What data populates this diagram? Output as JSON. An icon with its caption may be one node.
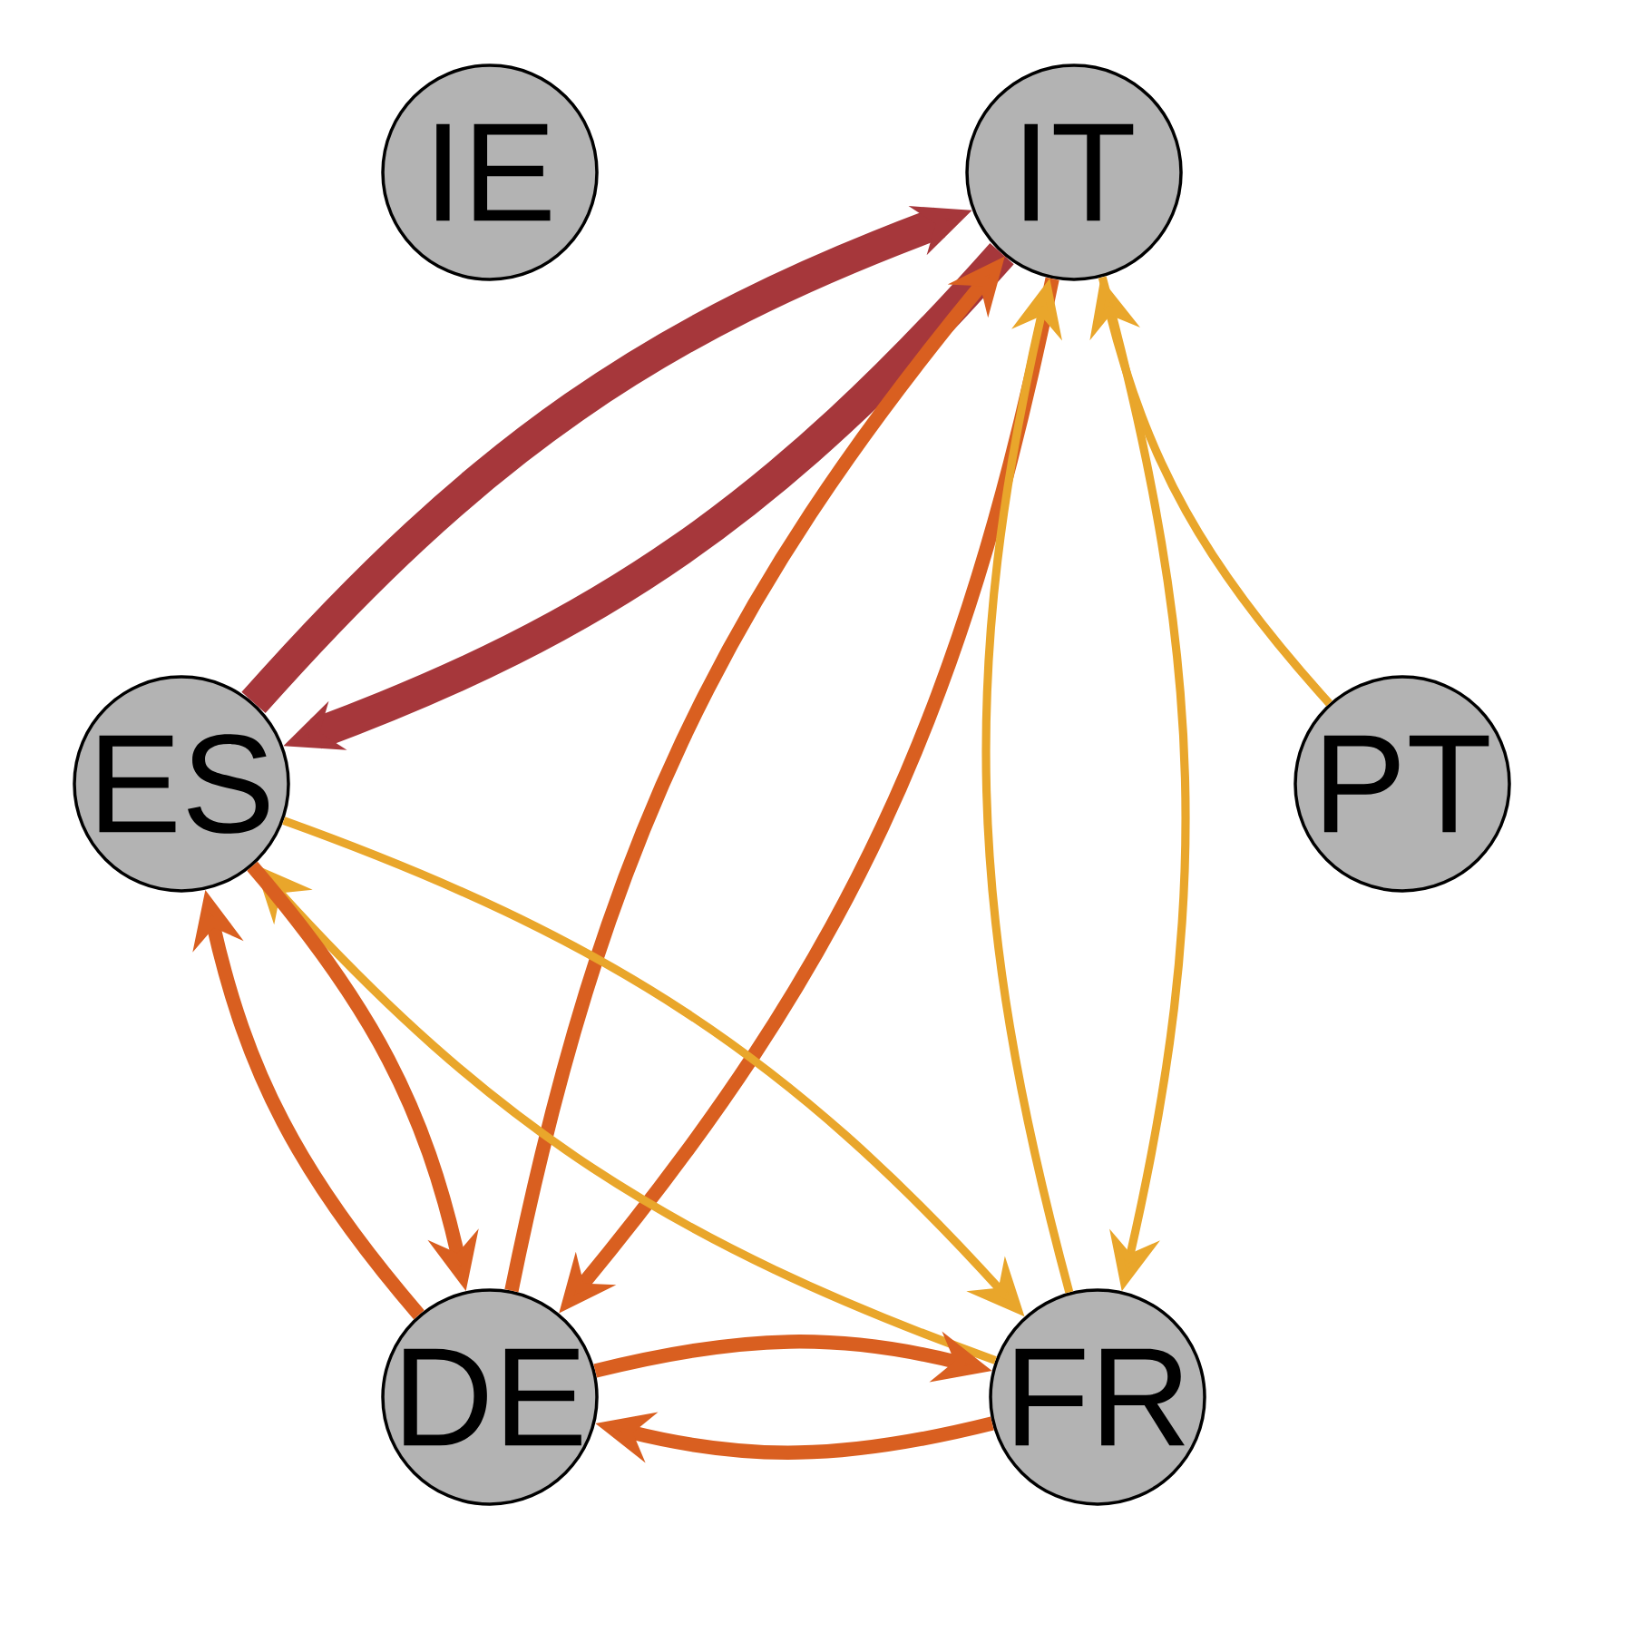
{
  "diagram": {
    "nodes": [
      {
        "text": [
          "IE"
        ]
      },
      {
        "text": [
          "IT"
        ]
      },
      {
        "text": [
          "ES"
        ]
      },
      {
        "text": [
          "PT"
        ]
      },
      {
        "text": [
          "DE"
        ]
      },
      {
        "text": [
          "FR"
        ]
      }
    ],
    "edges": [
      {
        "from": 2,
        "to": 1,
        "arrow": "to",
        "style": "thick",
        "color": "#a6373b"
      },
      {
        "from": 1,
        "to": 2,
        "arrow": "to",
        "style": "thick",
        "color": "#a6373b"
      },
      {
        "from": 4,
        "to": 1,
        "arrow": "to"
      },
      {
        "from": 1,
        "to": 4,
        "arrow": "to"
      },
      {
        "from": 5,
        "to": 1,
        "arrow": "to",
        "color": "#e9a62b"
      },
      {
        "from": 1,
        "to": 5,
        "arrow": "to",
        "color": "#e9a62b"
      },
      {
        "from": 3,
        "to": 1,
        "arrow": "to",
        "color": "#e9a62b"
      },
      {
        "from": 5,
        "to": 2,
        "arrow": "to",
        "color": "#e9a62b"
      },
      {
        "from": 2,
        "to": 5,
        "arrow": "to",
        "color": "#e9a62b"
      },
      {
        "from": 4,
        "to": 2,
        "arrow": "to"
      },
      {
        "from": 2,
        "to": 4,
        "arrow": "to"
      },
      {
        "from": 5,
        "to": 4,
        "arrow": "to"
      },
      {
        "from": 4,
        "to": 5,
        "arrow": "to"
      }
    ]
  }
}
